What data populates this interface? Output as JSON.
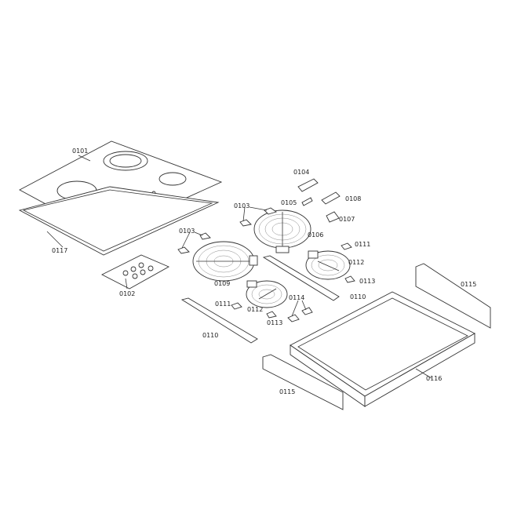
{
  "labels": {
    "glass_top": "0101",
    "control_panel": "0102",
    "clip_a": "0103",
    "clip_b": "0103",
    "bracket_0104": "0104",
    "connector": "0105",
    "burner_large_rear": "0106",
    "switch": "0107",
    "bracket_0108": "0108",
    "burner_large_front": "0109",
    "rail_right": "0110",
    "rail_left": "0110",
    "clip_0111_right": "0111",
    "clip_0111_left": "0111",
    "burner_small_right": "0112",
    "burner_small_left": "0112",
    "clip_0113_right": "0113",
    "clip_0113_left": "0113",
    "wiring": "0114",
    "panel_right": "0115",
    "panel_front": "0115",
    "tray": "0116",
    "gasket_frame": "0117"
  }
}
